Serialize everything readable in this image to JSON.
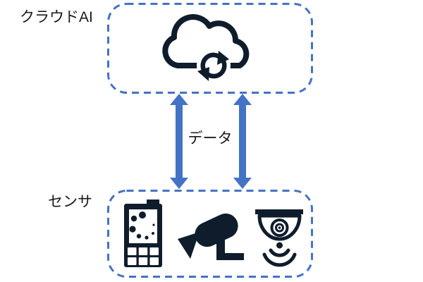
{
  "labels": {
    "cloud_ai": "クラウドAI",
    "data": "データ",
    "sensor": "センサ"
  },
  "colors": {
    "accent_blue": "#4472C4",
    "icon_dark": "#0E1C2B",
    "text": "#1A1A1A",
    "background": "#FFFFFF"
  },
  "diagram": {
    "type": "architecture-diagram",
    "nodes": [
      {
        "id": "cloud-ai",
        "label": "クラウドAI",
        "container": "dashed-rounded-box",
        "icons": [
          "cloud-sync-icon"
        ]
      },
      {
        "id": "sensors",
        "label": "センサ",
        "container": "dashed-rounded-box",
        "icons": [
          "mobile-phone-icon",
          "cctv-camera-icon",
          "dome-camera-icon"
        ]
      }
    ],
    "edges": [
      {
        "from": "cloud-ai",
        "to": "sensors",
        "label": "データ",
        "style": "double-headed-vertical-arrow",
        "arrow_count": 2
      }
    ]
  }
}
